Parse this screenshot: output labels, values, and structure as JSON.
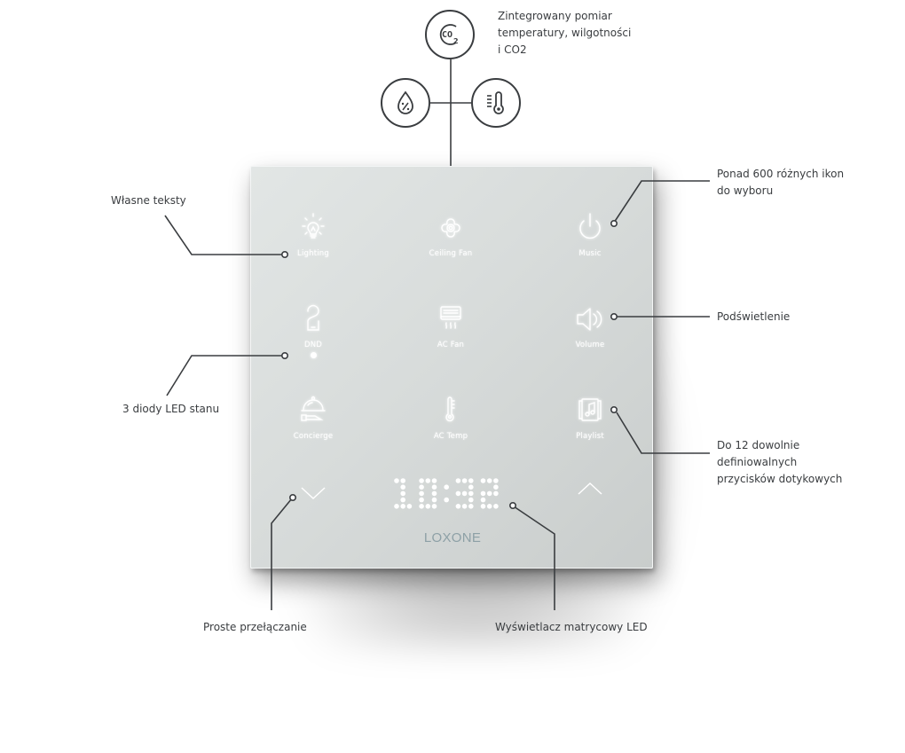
{
  "diagram": {
    "title": "Loxone Touch panel feature callouts",
    "brand": "LOXONE",
    "display_time": "10:32",
    "colors": {
      "panel": "#d8dcdb",
      "line": "#3a3d40",
      "glow": "#ffffff",
      "brand": "#8da0a6"
    }
  },
  "sensors": [
    {
      "id": "co2",
      "icon": "co2-icon",
      "label": "CO2"
    },
    {
      "id": "humidity",
      "icon": "humidity-drop-icon",
      "label": "%"
    },
    {
      "id": "temperature",
      "icon": "thermometer-icon",
      "label": "temperature"
    }
  ],
  "buttons": [
    {
      "label": "Lighting",
      "icon": "lightbulb-icon"
    },
    {
      "label": "Ceiling Fan",
      "icon": "ceiling-fan-icon"
    },
    {
      "label": "Music",
      "icon": "power-icon"
    },
    {
      "label": "DND",
      "icon": "door-hanger-icon",
      "led": true
    },
    {
      "label": "AC Fan",
      "icon": "air-conditioner-icon"
    },
    {
      "label": "Volume",
      "icon": "speaker-icon"
    },
    {
      "label": "Concierge",
      "icon": "cloche-icon"
    },
    {
      "label": "AC Temp",
      "icon": "thermometer-icon"
    },
    {
      "label": "Playlist",
      "icon": "music-album-icon"
    }
  ],
  "navigation": {
    "down": "chevron-down-icon",
    "up": "chevron-up-icon"
  },
  "annotations": {
    "sensors": [
      "Zintegrowany pomiar",
      "temperatury, wilgotności",
      "i CO2"
    ],
    "own_texts": "Własne teksty",
    "status_leds": "3 diody LED stanu",
    "icons": [
      "Ponad 600 różnych ikon",
      "do wyboru"
    ],
    "backlight": "Podświetlenie",
    "touch_buttons": [
      "Do 12 dowolnie",
      "definiowalnych",
      "przycisków dotykowych"
    ],
    "switching": "Proste przełączanie",
    "matrix_display": "Wyświetlacz matrycowy LED"
  }
}
